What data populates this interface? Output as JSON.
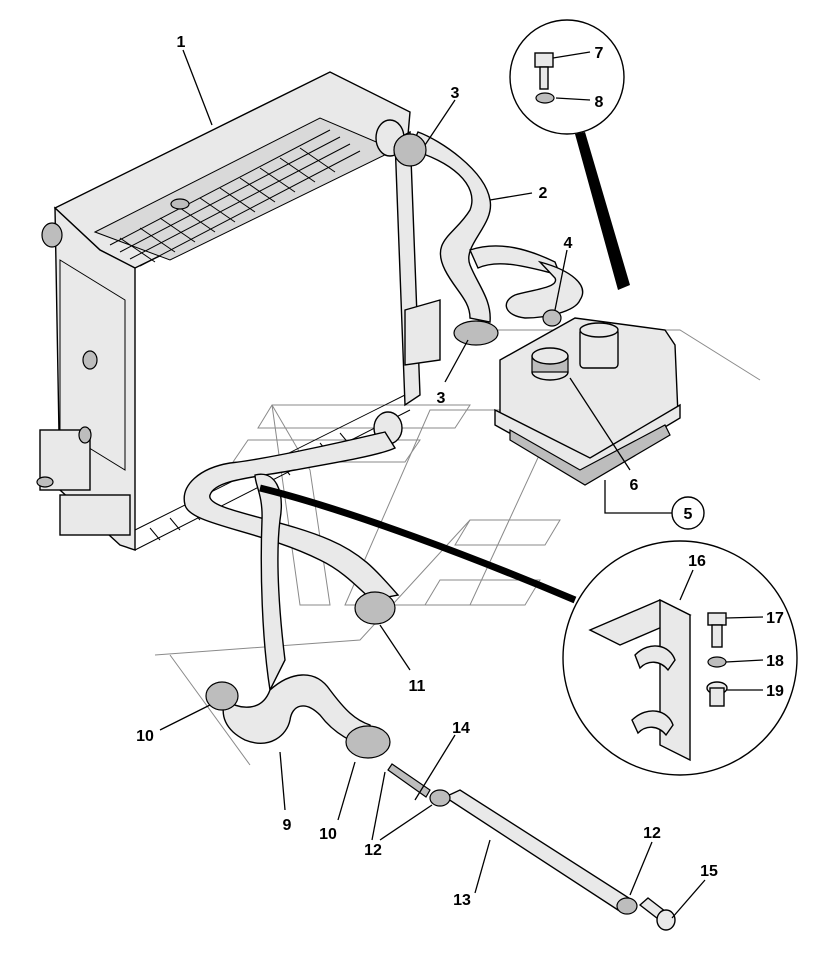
{
  "diagram": {
    "callouts": [
      {
        "id": "c1",
        "text": "1"
      },
      {
        "id": "c2",
        "text": "2"
      },
      {
        "id": "c3a",
        "text": "3"
      },
      {
        "id": "c3b",
        "text": "3"
      },
      {
        "id": "c4",
        "text": "4"
      },
      {
        "id": "c5",
        "text": "5"
      },
      {
        "id": "c6",
        "text": "6"
      },
      {
        "id": "c7",
        "text": "7"
      },
      {
        "id": "c8",
        "text": "8"
      },
      {
        "id": "c9",
        "text": "9"
      },
      {
        "id": "c10a",
        "text": "10"
      },
      {
        "id": "c10b",
        "text": "10"
      },
      {
        "id": "c11",
        "text": "11"
      },
      {
        "id": "c12a",
        "text": "12"
      },
      {
        "id": "c12b",
        "text": "12"
      },
      {
        "id": "c13",
        "text": "13"
      },
      {
        "id": "c14",
        "text": "14"
      },
      {
        "id": "c15",
        "text": "15"
      },
      {
        "id": "c16",
        "text": "16"
      },
      {
        "id": "c17",
        "text": "17"
      },
      {
        "id": "c18",
        "text": "18"
      },
      {
        "id": "c19",
        "text": "19"
      }
    ]
  }
}
